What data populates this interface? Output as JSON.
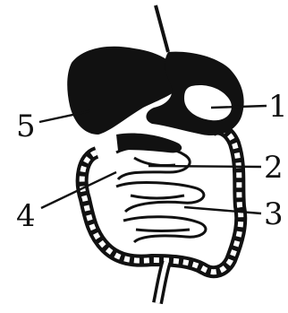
{
  "diagram": {
    "labels": [
      {
        "id": "1",
        "text": "1"
      },
      {
        "id": "2",
        "text": "2"
      },
      {
        "id": "3",
        "text": "3"
      },
      {
        "id": "4",
        "text": "4"
      },
      {
        "id": "5",
        "text": "5"
      }
    ]
  }
}
